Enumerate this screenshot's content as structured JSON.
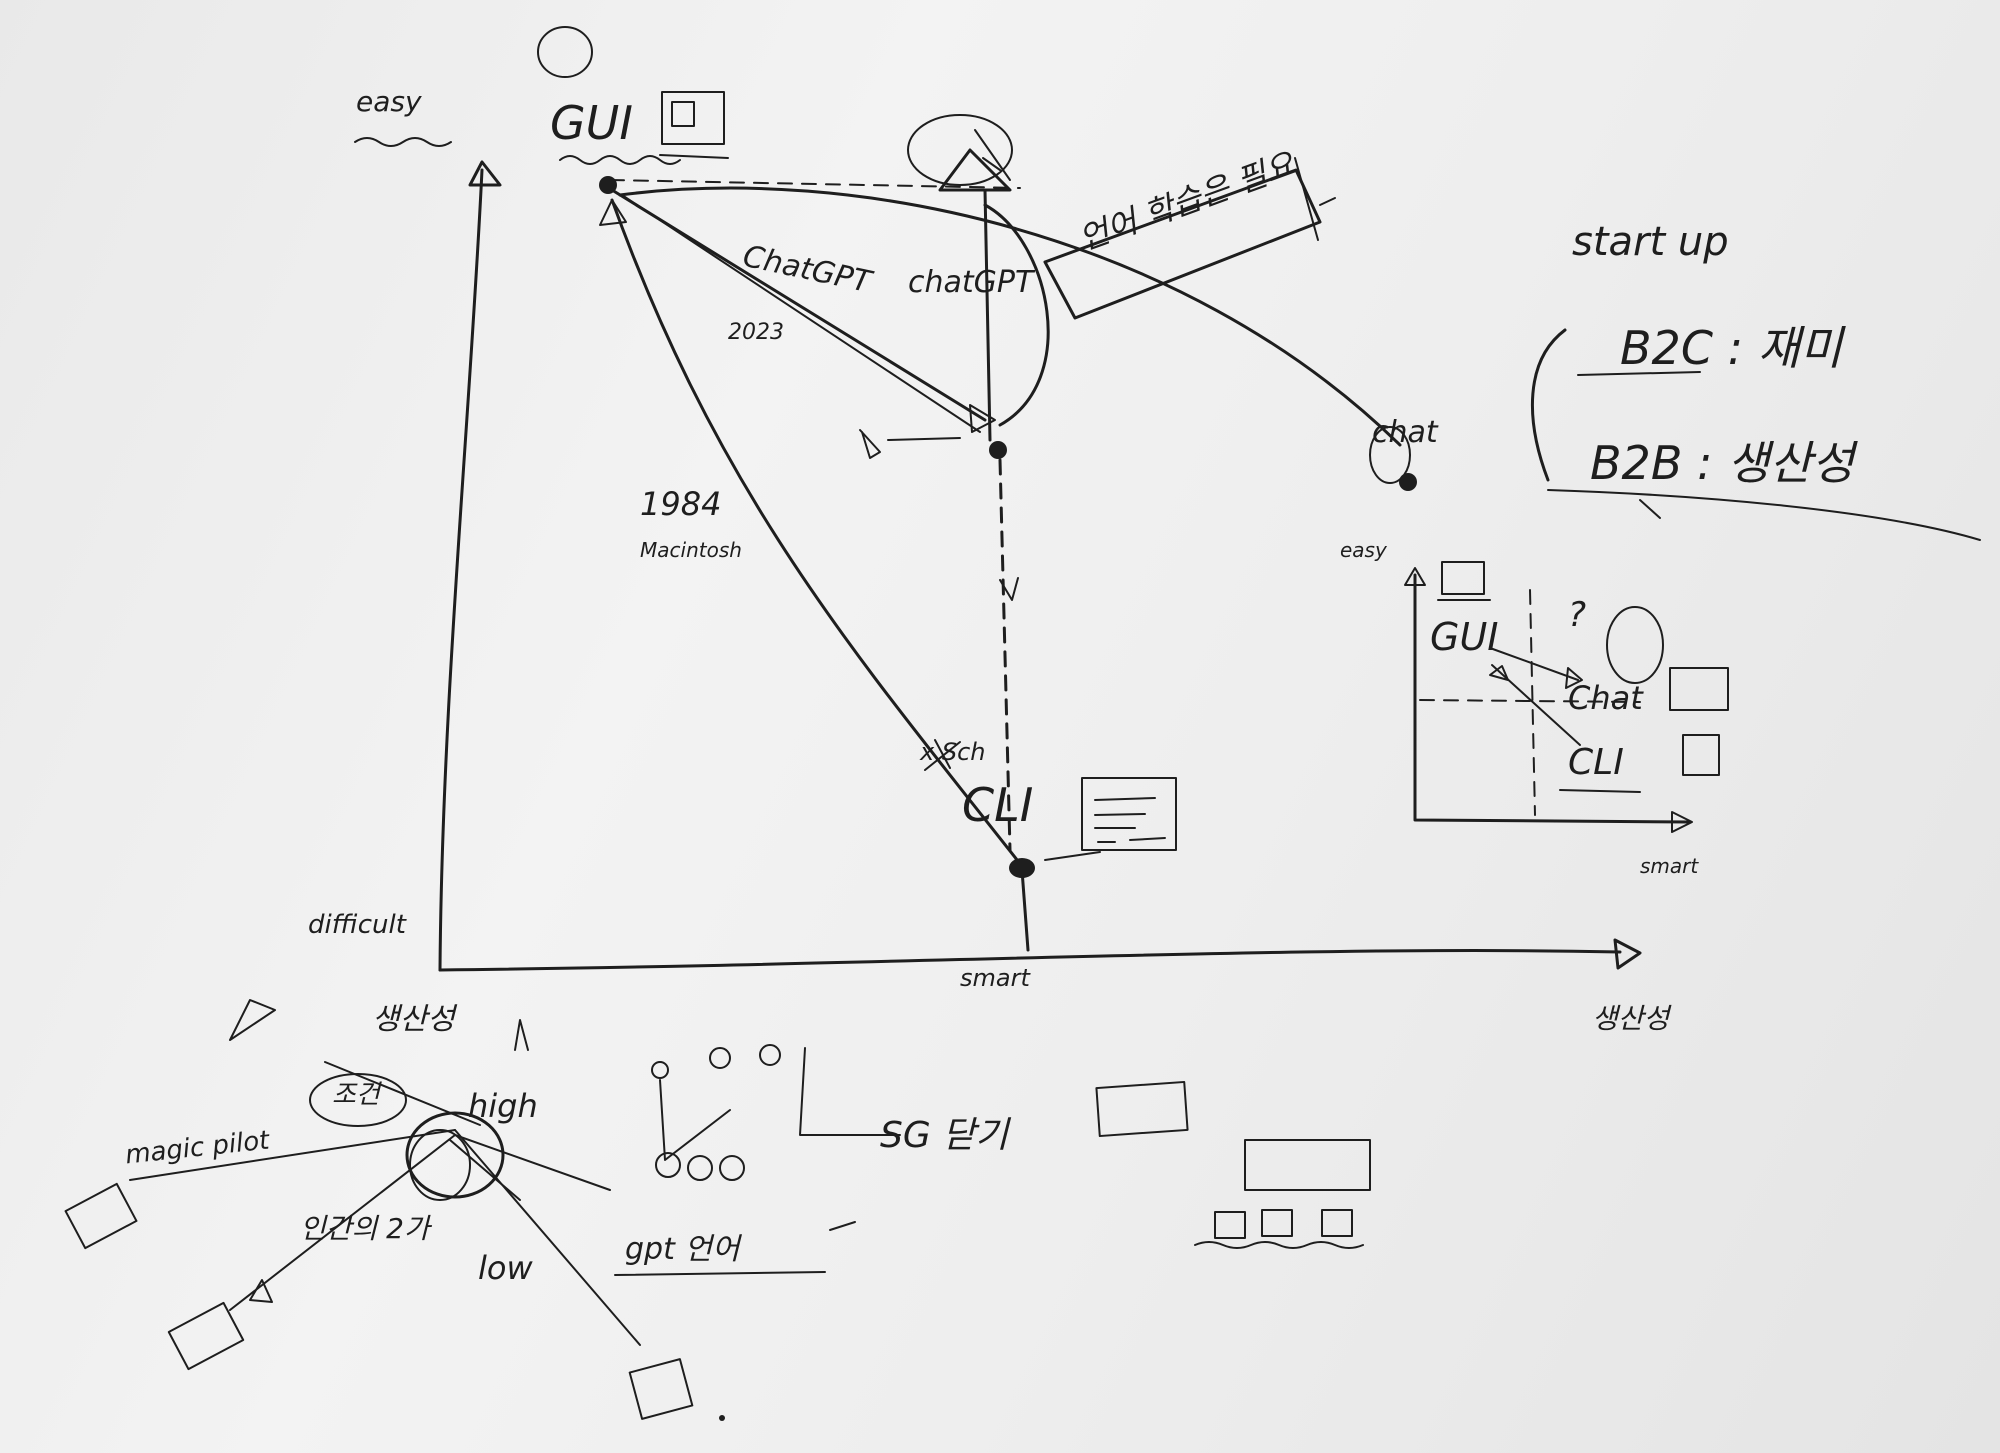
{
  "note": {
    "main_axis": {
      "y_top_label": "easy",
      "y_bottom_label": "difficult",
      "x_mid_label": "smart",
      "x_end_label": "생산성"
    },
    "points": {
      "gui": "GUI",
      "cli": "CLI",
      "chat": "chat",
      "chatgpt_left": "ChatGPT",
      "chatgpt_mid": "chatGPT",
      "year": "2023",
      "year_marker": "1984",
      "year_marker_sub": "Macintosh",
      "x_mark": "x Sch"
    },
    "boxed_note": "언어 학습은 필요",
    "startup": {
      "title": "start up",
      "b2c": "B2C : 재미",
      "b2b": "B2B : 생산성"
    },
    "mini_chart": {
      "y_label": "easy",
      "x_label": "smart",
      "gui": "GUI",
      "chat": "Chat",
      "cli": "CLI",
      "question": "?"
    },
    "bottom": {
      "productivity": "생산성",
      "circled": "조건",
      "high": "high",
      "low": "low",
      "magic": "magic pilot",
      "left_phrase": "인간의 2가",
      "gpt": "gpt 언어",
      "sg": "SG 닫기"
    }
  }
}
